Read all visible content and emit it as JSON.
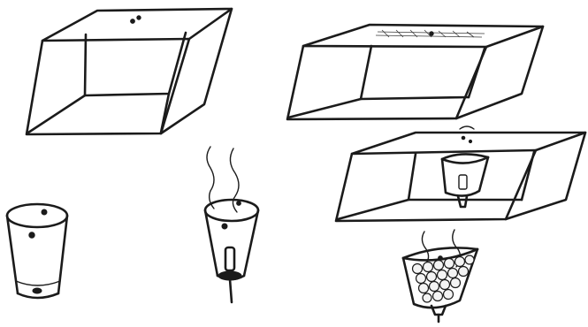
{
  "figure": {
    "background": "#ffffff",
    "ink_color": "#1b1b1b",
    "panels": [
      {
        "id": "open-box-top-left",
        "depicts": "box-icon",
        "count": 1
      },
      {
        "id": "open-box-top-right",
        "depicts": "box-icon",
        "count": 1
      },
      {
        "id": "box-with-cup-right",
        "depicts": "box-icon",
        "count": 1
      },
      {
        "id": "cup-plain",
        "depicts": "cup-icon",
        "count": 1
      },
      {
        "id": "cup-with-wick",
        "depicts": "cup-icon",
        "count": 1
      },
      {
        "id": "cup-with-pellets",
        "depicts": "cup-icon",
        "count": 1
      }
    ]
  }
}
